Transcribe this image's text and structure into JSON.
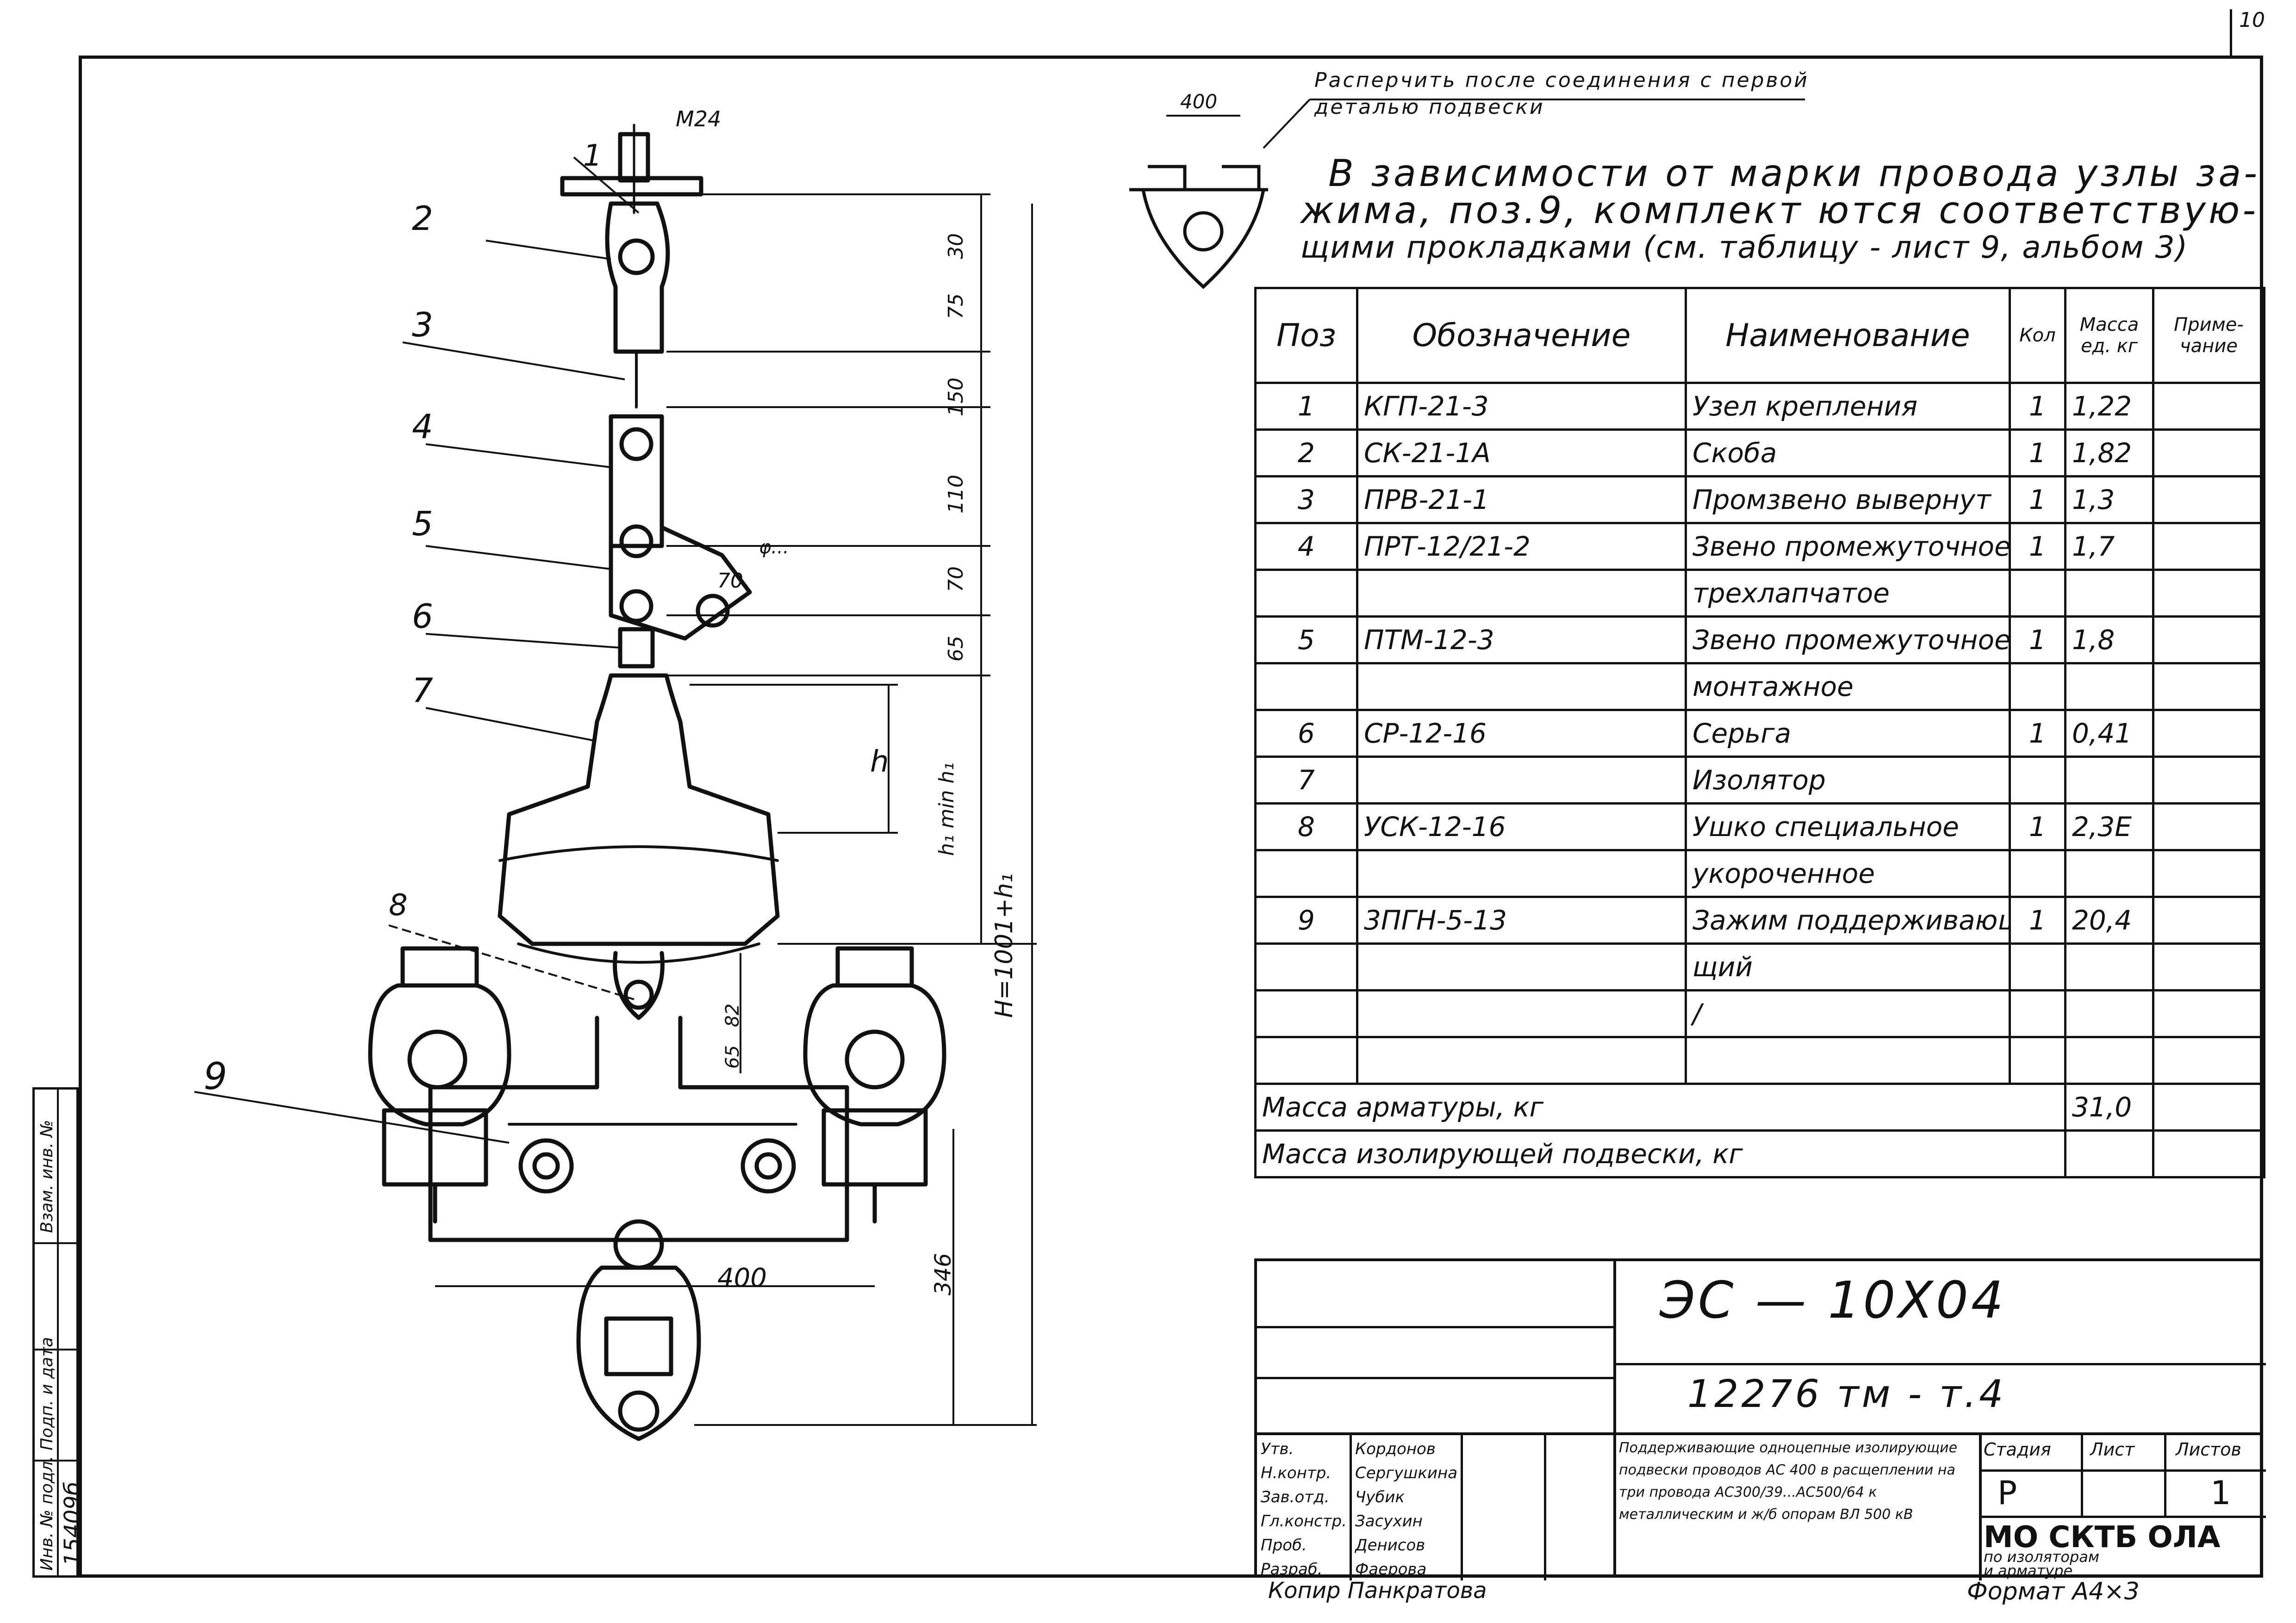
{
  "sheet_corner_number": "10",
  "note_top_handwritten": "Расперчить после соединения с первой деталью подвески",
  "note_top_dim": "400",
  "main_note": "В зависимости от марки провода узлы зажима, поз.9, комплектуются соответствующими прокладками (см. таблицу - лист 9, альбом 3)",
  "main_note_lines": [
    "В зависимости от марки провода узлы за-",
    "жима, поз.9, комплект ются соответствую-",
    "щими прокладками (см. таблицу - лист 9, альбом 3)"
  ],
  "drawing": {
    "callouts": [
      "1",
      "2",
      "3",
      "4",
      "5",
      "6",
      "7",
      "8",
      "9"
    ],
    "thread_label": "М24",
    "dims_vertical": [
      "30",
      "75",
      "150",
      "110",
      "70",
      "65",
      "82",
      "65"
    ],
    "dim_h": "h",
    "dim_h1": "h₁ min h₁",
    "dim_H": "H=1001+h₁",
    "dim_346": "346",
    "dim_400": "400",
    "angle_label": "70",
    "hole_label": "φ..."
  },
  "spec_table": {
    "headers": [
      "Поз",
      "Обозначение",
      "Наименование",
      "Кол",
      "Масса ед. кг",
      "Приме-чание"
    ],
    "rows": [
      [
        "1",
        "КГП-21-3",
        "Узел крепления",
        "1",
        "1,22",
        ""
      ],
      [
        "2",
        "СК-21-1А",
        "Скоба",
        "1",
        "1,82",
        ""
      ],
      [
        "3",
        "ПРВ-21-1",
        "Промзвено вывернут",
        "1",
        "1,3",
        ""
      ],
      [
        "4",
        "ПРТ-12/21-2",
        "Звено промежуточное",
        "1",
        "1,7",
        ""
      ],
      [
        "",
        "",
        "трехлапчатое",
        "",
        "",
        ""
      ],
      [
        "5",
        "ПТМ-12-3",
        "Звено промежуточное",
        "1",
        "1,8",
        ""
      ],
      [
        "",
        "",
        "монтажное",
        "",
        "",
        ""
      ],
      [
        "6",
        "СР-12-16",
        "Серьга",
        "1",
        "0,41",
        ""
      ],
      [
        "7",
        "",
        "Изолятор",
        "",
        "",
        ""
      ],
      [
        "8",
        "УСК-12-16",
        "Ушко специальное",
        "1",
        "2,3Е",
        ""
      ],
      [
        "",
        "",
        "укороченное",
        "",
        "",
        ""
      ],
      [
        "9",
        "3ПГН-5-13",
        "Зажим поддерживающий",
        "1",
        "20,4",
        ""
      ],
      [
        "",
        "",
        "щий",
        "",
        "",
        ""
      ],
      [
        "",
        "",
        "/",
        "",
        "",
        ""
      ],
      [
        "",
        "",
        "",
        "",
        "",
        ""
      ]
    ],
    "total_fittings_label": "Масса арматуры, кг",
    "total_fittings_value": "31,0",
    "total_insulating_label": "Масса изолирующей подвески, кг"
  },
  "title_block": {
    "doc_code": "ЭС — 10Х04",
    "project_code": "12276 тм - т.4",
    "roles": [
      "Разраб.",
      "Проб.",
      "Гл.констр.",
      "Зав.отд.",
      "Н.контр.",
      "Утв."
    ],
    "names": [
      "Фаерова",
      "Денисов",
      "Засухин",
      "Чубик",
      "Сергушкина",
      "Кордонов"
    ],
    "description": "Поддерживающие одноцепные изолирующие подвески проводов АС 400 в расщеплении на три провода АС300/39...АС500/64 к металлическим и ж/б опорам ВЛ 500 кВ",
    "stage_label": "Стадия",
    "sheet_label": "Лист",
    "sheets_label": "Листов",
    "stage": "Р",
    "sheets": "1",
    "org_line1": "МО СКТБ ОЛА",
    "org_line2": "по изоляторам",
    "org_line3": "и арматуре",
    "copied_by": "Копир  Панкратова",
    "format": "Формат А4×3"
  },
  "side_stamp": {
    "labels": [
      "Инв. № подл.",
      "Подп. и дата",
      "Взам. инв. №"
    ],
    "value": "15409б"
  }
}
